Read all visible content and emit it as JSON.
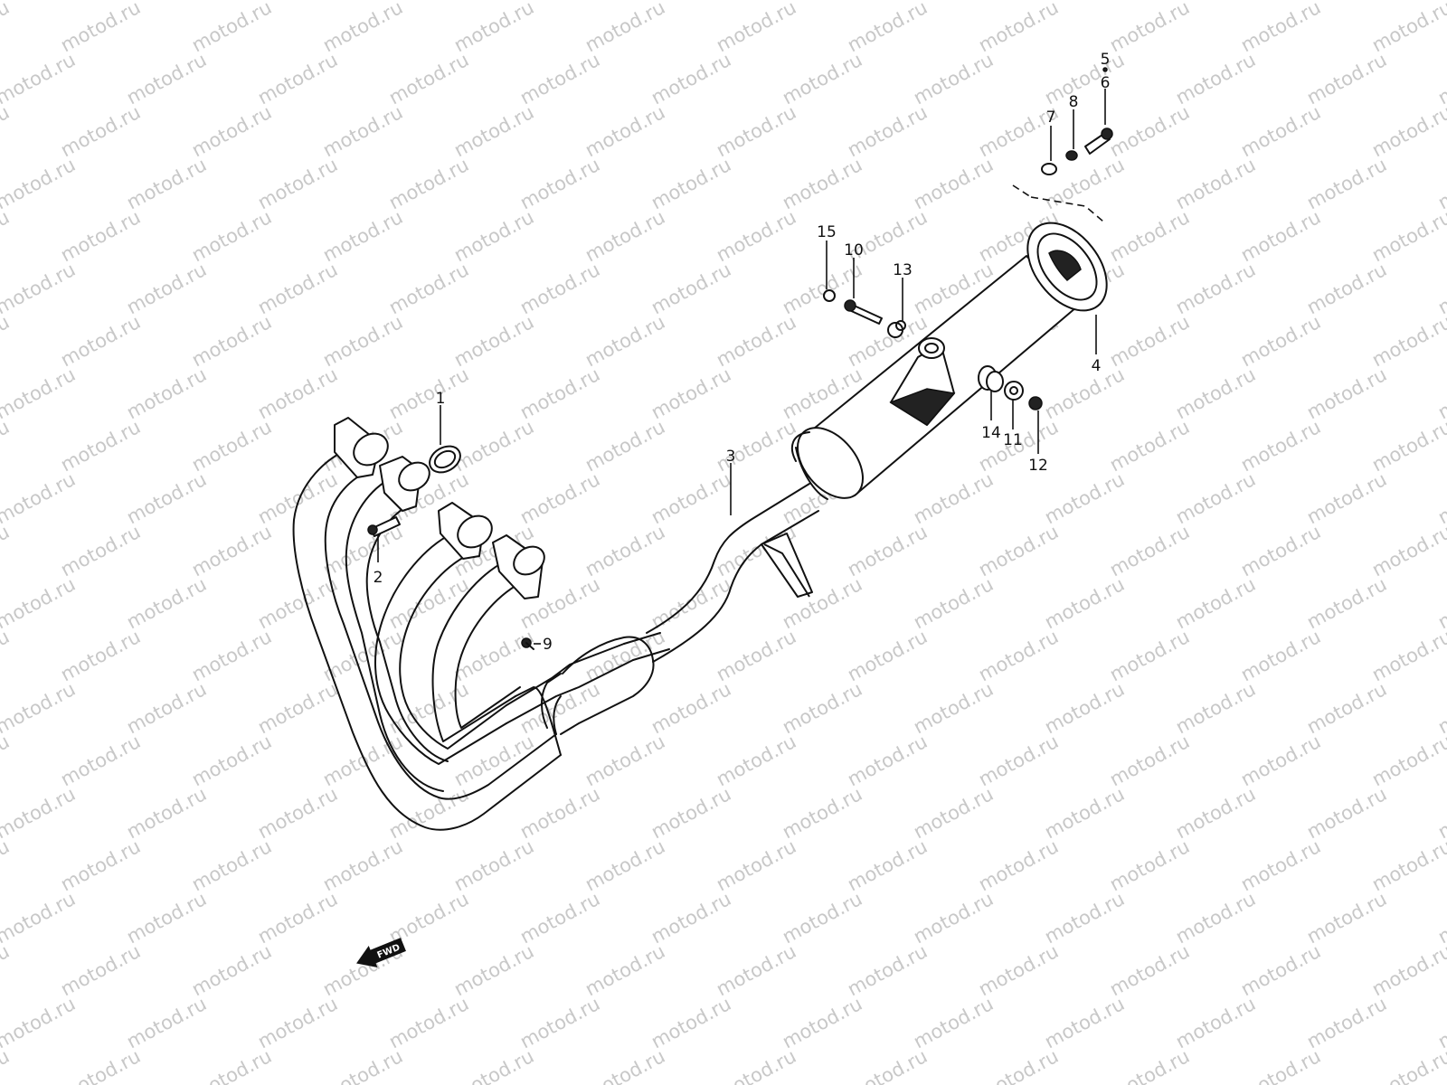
{
  "watermark": {
    "text": "motod.ru"
  },
  "direction_badge": {
    "label": "FWD"
  },
  "callouts": [
    {
      "id": "c1",
      "label": "1"
    },
    {
      "id": "c2",
      "label": "2"
    },
    {
      "id": "c3",
      "label": "3"
    },
    {
      "id": "c4",
      "label": "4"
    },
    {
      "id": "c5",
      "label": "5"
    },
    {
      "id": "c6",
      "label": "6"
    },
    {
      "id": "c7",
      "label": "7"
    },
    {
      "id": "c8",
      "label": "8"
    },
    {
      "id": "c9",
      "label": "9"
    },
    {
      "id": "c10",
      "label": "10"
    },
    {
      "id": "c11",
      "label": "11"
    },
    {
      "id": "c12",
      "label": "12"
    },
    {
      "id": "c13",
      "label": "13"
    },
    {
      "id": "c14",
      "label": "14"
    },
    {
      "id": "c15",
      "label": "15"
    }
  ]
}
